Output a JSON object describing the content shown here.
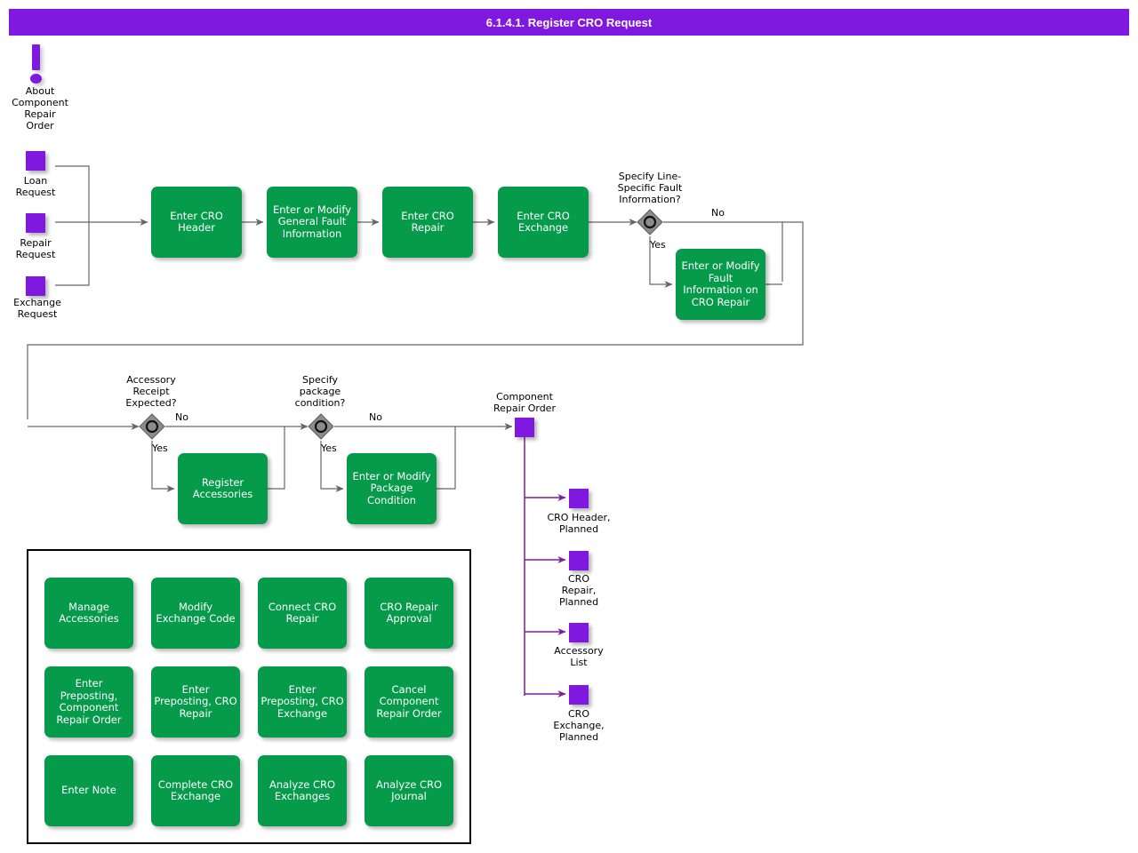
{
  "header": {
    "title": "6.1.4.1. Register CRO Request"
  },
  "colors": {
    "title_bar": "#8019E0",
    "activity": "#059B4B",
    "data_object": "#8019E0",
    "decision": "#808080",
    "control_flow": "#666666",
    "data_flow": "#7D1FA0",
    "frame_border": "#000000",
    "text_on_activity": "#FFFFFF",
    "text": "#000000"
  },
  "info_marker": {
    "icon": "exclamation-icon",
    "label": "About\nComponent\nRepair\nOrder"
  },
  "inputs": [
    {
      "label": "Loan\nRequest"
    },
    {
      "label": "Repair\nRequest"
    },
    {
      "label": "Exchange\nRequest"
    }
  ],
  "main_flow": [
    {
      "label": "Enter CRO\nHeader"
    },
    {
      "label": "Enter or Modify\nGeneral Fault\nInformation"
    },
    {
      "label": "Enter CRO\nRepair"
    },
    {
      "label": "Enter CRO\nExchange"
    }
  ],
  "decisions": [
    {
      "question": "Specify Line-\nSpecific Fault\nInformation?",
      "yes_label": "Yes",
      "no_label": "No",
      "yes_activity": "Enter or Modify\nFault Information\non CRO Repair"
    },
    {
      "question": "Accessory\nReceipt\nExpected?",
      "yes_label": "Yes",
      "no_label": "No",
      "yes_activity": "Register\nAccessories"
    },
    {
      "question": "Specify\npackage\ncondition?",
      "yes_label": "Yes",
      "no_label": "No",
      "yes_activity": "Enter or Modify\nPackage\nCondition"
    }
  ],
  "outputs": {
    "primary": {
      "label": "Component\nRepair Order"
    },
    "children": [
      {
        "label": "CRO Header,\nPlanned"
      },
      {
        "label": "CRO\nRepair,\nPlanned"
      },
      {
        "label": "Accessory\nList"
      },
      {
        "label": "CRO\nExchange,\nPlanned"
      }
    ]
  },
  "related_activities": {
    "rows": [
      [
        {
          "label": "Manage\nAccessories"
        },
        {
          "label": "Modify Exchange\nCode"
        },
        {
          "label": "Connect CRO\nRepair"
        },
        {
          "label": "CRO Repair\nApproval"
        }
      ],
      [
        {
          "label": "Enter\nPreposting,\nComponent\nRepair Order"
        },
        {
          "label": "Enter\nPreposting,\nCRO Repair"
        },
        {
          "label": "Enter\nPreposting, CRO\nExchange"
        },
        {
          "label": "Cancel\nComponent\nRepair Order"
        }
      ],
      [
        {
          "label": "Enter Note"
        },
        {
          "label": "Complete CRO\nExchange"
        },
        {
          "label": "Analyze CRO\nExchanges"
        },
        {
          "label": "Analyze CRO\nJournal"
        }
      ]
    ]
  }
}
